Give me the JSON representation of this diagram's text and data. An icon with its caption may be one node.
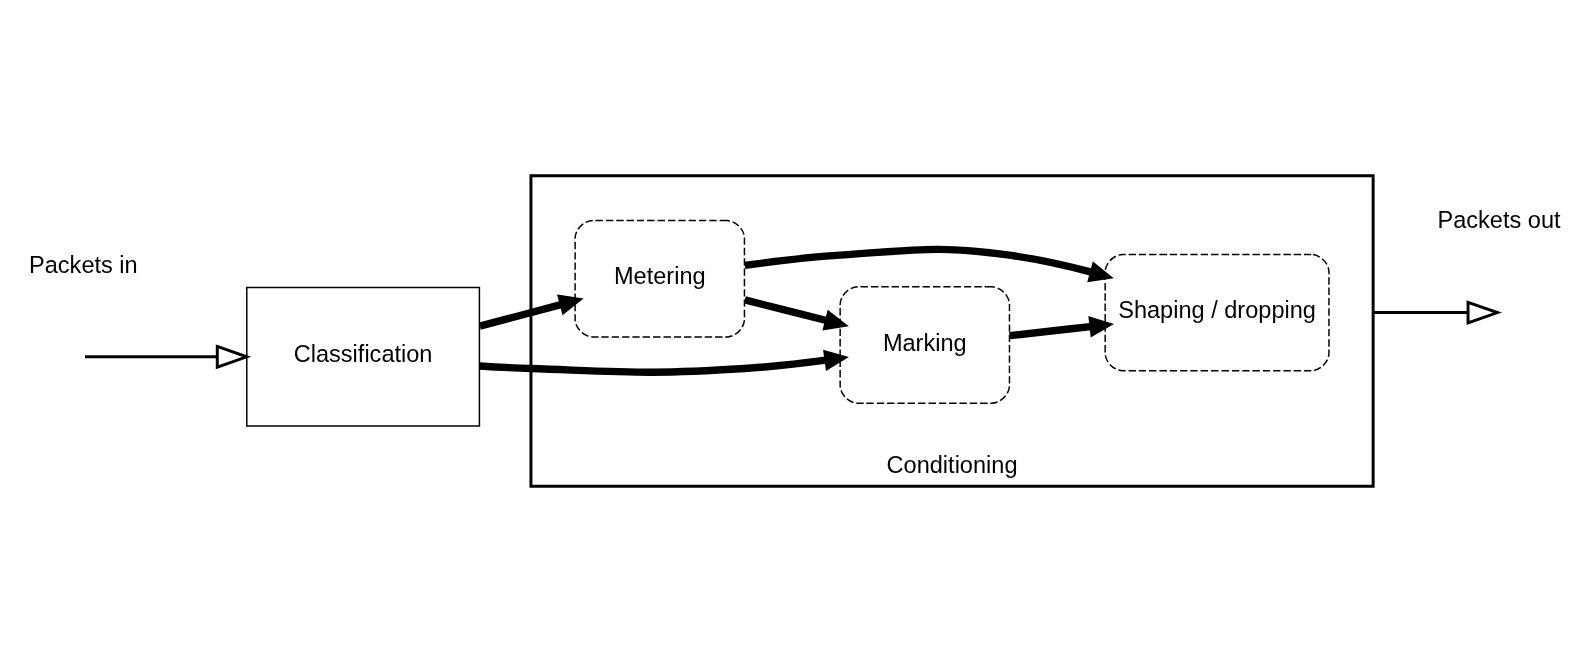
{
  "diagram": {
    "nodes": [
      {
        "text": [
          "Classification"
        ]
      },
      {
        "text": [
          "Conditioning"
        ]
      },
      {
        "text": [
          "Metering"
        ],
        "in": 1
      },
      {
        "text": [
          "Marking"
        ],
        "in": 1
      },
      {
        "text": [
          "Shaping / dropping"
        ],
        "in": 1
      }
    ],
    "edges": [
      {
        "from": null,
        "to": 0,
        "arrow": "to"
      },
      {
        "from": 0,
        "to": 2,
        "arrow": "to"
      },
      {
        "from": 0,
        "to": 3,
        "arrow": "to"
      },
      {
        "from": 2,
        "to": 3,
        "arrow": "to"
      },
      {
        "from": 2,
        "to": 4,
        "arrow": "to"
      },
      {
        "from": 3,
        "to": 4,
        "arrow": "to"
      },
      {
        "from": 1,
        "to": null,
        "arrow": "to"
      }
    ],
    "labels": [
      "Packets in",
      "Packets out"
    ]
  }
}
